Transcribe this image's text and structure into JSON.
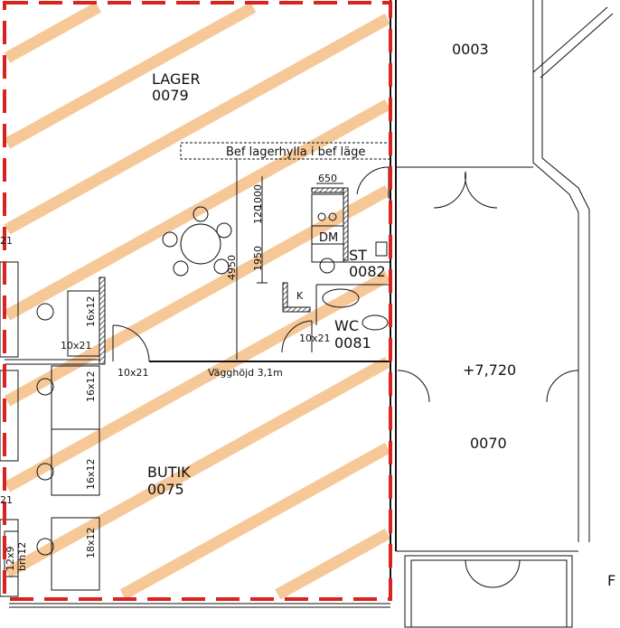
{
  "plan": {
    "colors": {
      "boundary": "#d9231f",
      "highlight_stripes": "#f5bf86",
      "lines": "#111111"
    },
    "rooms": {
      "lager": {
        "name": "LAGER",
        "number": "0079"
      },
      "room_0003": {
        "number": "0003"
      },
      "st": {
        "name": "ST",
        "number": "0082"
      },
      "wc": {
        "name": "WC",
        "number": "0081"
      },
      "butik": {
        "name": "BUTIK",
        "number": "0075"
      },
      "room_0070": {
        "number": "0070"
      }
    },
    "notes": {
      "shelf": "Bef lagerhylla i bef läge",
      "wall_height": "Vägghöjd 3,1m",
      "level": "+7,720"
    },
    "dimensions": {
      "d650": "650",
      "d1000": "1000",
      "d120": "120",
      "d1950": "1950",
      "d4950": "4950"
    },
    "fixtures": {
      "dm": "DM",
      "k": "K"
    },
    "doors": {
      "wc_door": "10x21",
      "lager_door": "10x21",
      "office_door": "10x21",
      "left_cut_top": "21",
      "left_cut_bottom": "21"
    },
    "desks": [
      "16x12",
      "16x12",
      "16x12",
      "18x12"
    ],
    "cabinet": {
      "size": "12x9",
      "height": "brh12"
    },
    "edge_letter": "F"
  }
}
